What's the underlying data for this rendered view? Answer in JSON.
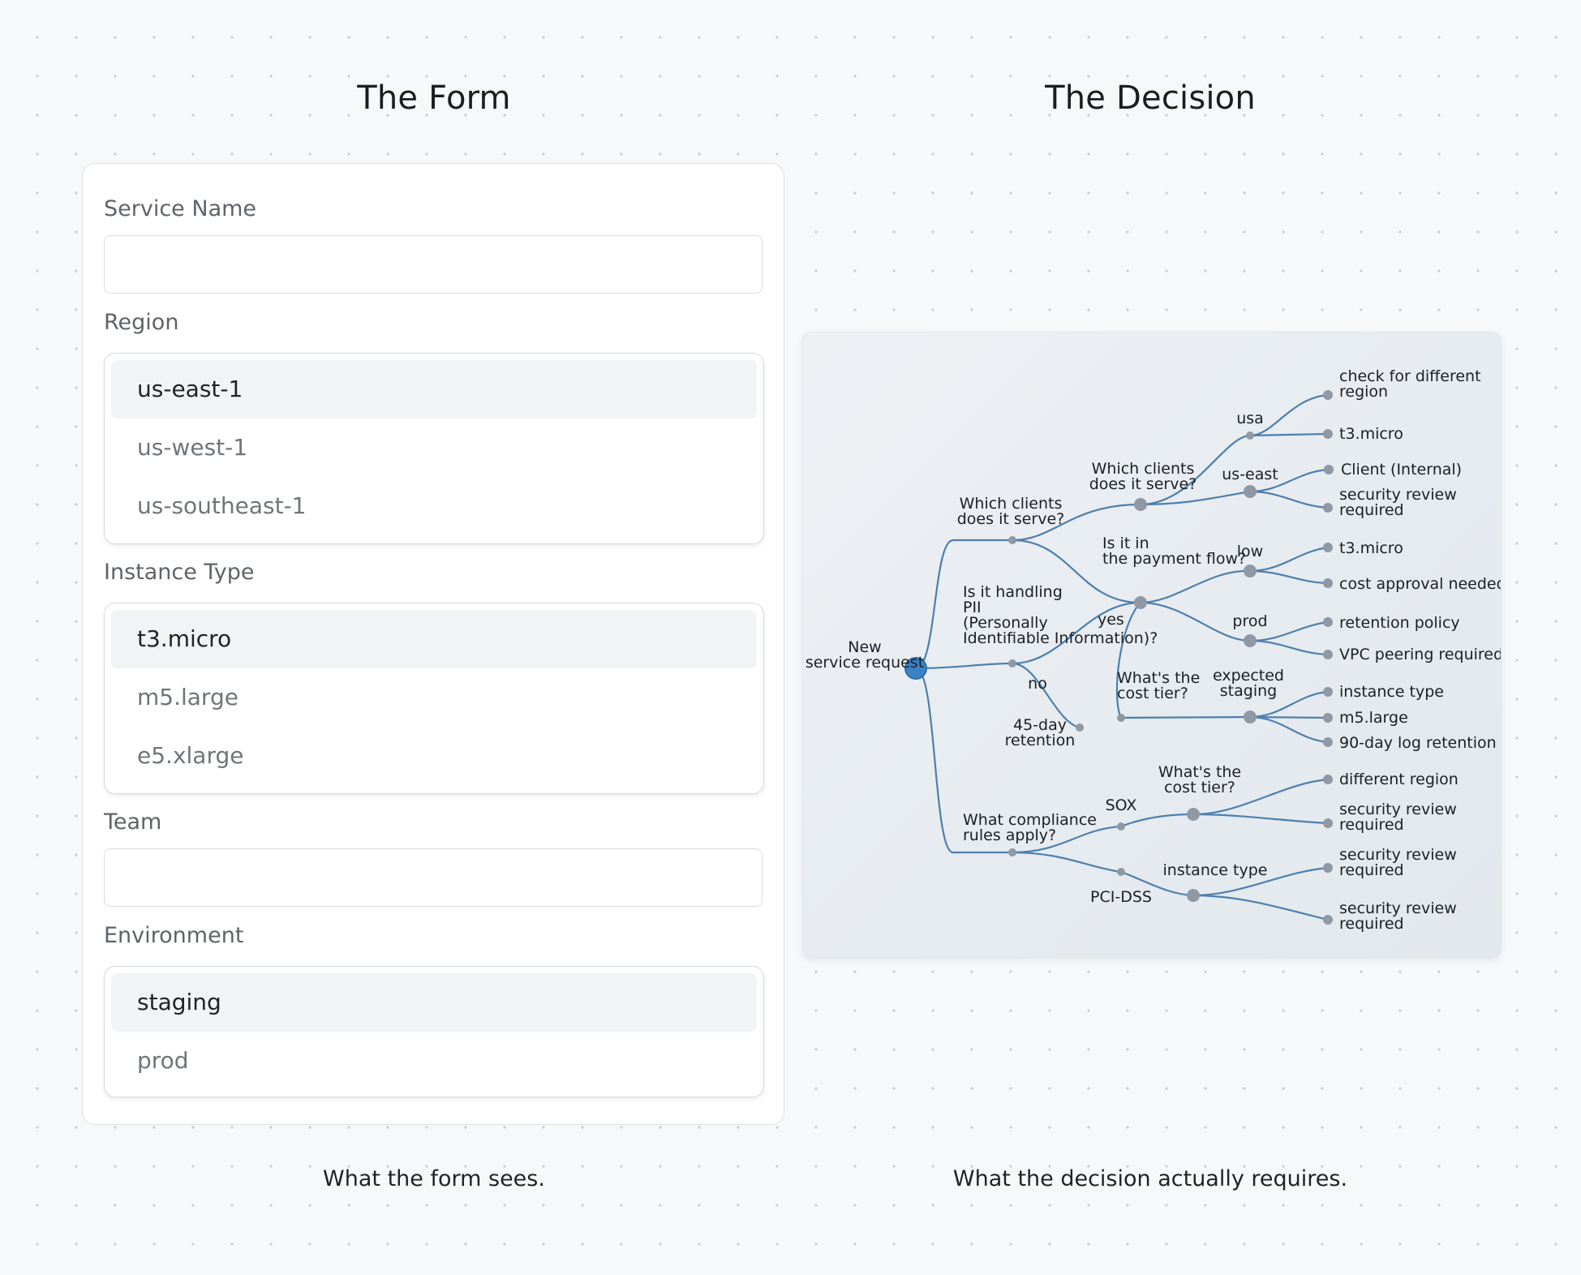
{
  "headings": {
    "form": "The Form",
    "decision": "The Decision"
  },
  "captions": {
    "form": "What the form sees.",
    "decision": "What the decision actually requires."
  },
  "form": {
    "service_name": {
      "label": "Service Name",
      "value": ""
    },
    "region": {
      "label": "Region",
      "options": [
        "us-east-1",
        "us-west-1",
        "us-southeast-1"
      ],
      "selected": "us-east-1"
    },
    "instance_type": {
      "label": "Instance Type",
      "options": [
        "t3.micro",
        "m5.large",
        "e5.xlarge"
      ],
      "selected": "t3.micro"
    },
    "team": {
      "label": "Team",
      "value": ""
    },
    "environment": {
      "label": "Environment",
      "options": [
        "staging",
        "prod"
      ],
      "selected": "staging"
    }
  },
  "decision_tree": {
    "colors": {
      "root": "#3b82c4",
      "edge": "#4d7fae",
      "node": "#8f98a3"
    },
    "nodes": {
      "root": "New service request",
      "q_clients": "Which clients does it serve?",
      "q_pii": "Is it handling PII (Personally Identifiable Information)?",
      "q_compliance": "What compliance rules apply?",
      "q_clients_2": "Which clients does it serve?",
      "usa": "usa",
      "us_east": "us-east",
      "check_region": "check for different region",
      "t3_micro_1": "t3.micro",
      "client_internal": "Client (Internal)",
      "security_review_1": "security review required",
      "q_payment": "Is it in the payment flow?",
      "yes": "yes",
      "no": "no",
      "retention_45": "45-day retention",
      "low": "low",
      "prod": "prod",
      "t3_micro_2": "t3.micro",
      "cost_approval": "cost approval needed",
      "retention_policy": "retention policy",
      "vpc_peering": "VPC peering required",
      "q_cost_tier_1": "What's the cost tier?",
      "expected_staging": "expected staging",
      "instance_type_leaf": "instance type",
      "m5_large": "m5.large",
      "log_retention_90": "90-day log retention",
      "sox": "SOX",
      "q_cost_tier_2": "What's the cost tier?",
      "different_region": "different region",
      "security_review_2": "security review required",
      "pci_dss": "PCI-DSS",
      "instance_type_q": "instance type",
      "security_review_3": "security review required",
      "security_review_4": "security review required"
    }
  }
}
